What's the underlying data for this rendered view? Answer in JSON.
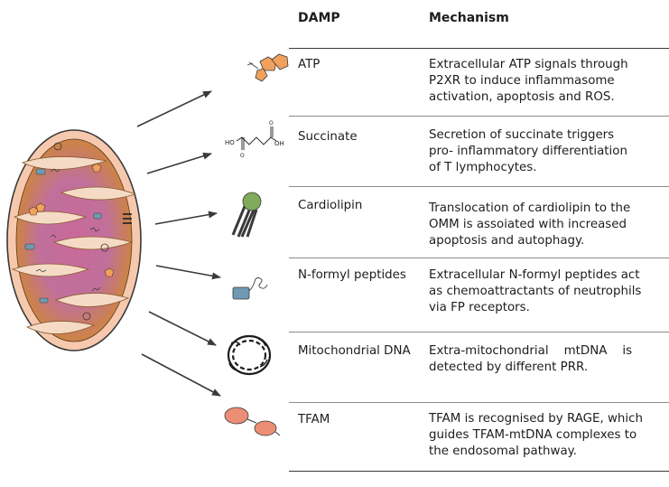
{
  "table": {
    "headers": {
      "damp": "DAMP",
      "mechanism": "Mechanism"
    },
    "rows": [
      {
        "damp": "ATP",
        "mechanism": [
          "Extracellular ATP signals through",
          "P2XR to induce inflammasome",
          "activation, apoptosis and ROS."
        ]
      },
      {
        "damp": "Succinate",
        "mechanism": [
          "Secretion of succinate triggers",
          "pro- inflammatory differentiation",
          "of T lymphocytes."
        ]
      },
      {
        "damp": "Cardiolipin",
        "mechanism": [
          "Translocation of cardiolipin  to the",
          "OMM is assoiated with increased",
          "apoptosis and autophagy."
        ]
      },
      {
        "damp": "N-formyl peptides",
        "mechanism": [
          "Extracellular N-formyl peptides act",
          "as chemoattractants of neutrophils",
          "via FP receptors."
        ]
      },
      {
        "damp": "Mitochondrial DNA",
        "mechanism": [
          "Extra-mitochondrial    mtDNA    is",
          "detected by different PRR."
        ]
      },
      {
        "damp": "TFAM",
        "mechanism": [
          "TFAM is recognised by RAGE, which",
          "guides TFAM-mtDNA complexes to",
          "the endosomal pathway."
        ]
      }
    ]
  },
  "succinate_labels": {
    "left": "HO",
    "right": "OH"
  },
  "colors": {
    "outer_membrane": "#f6c9ae",
    "matrix_orange": "#d0892e",
    "matrix_pink": "#c8699a",
    "cristae": "#f5dbc6",
    "arrow": "#3a3a3a",
    "atp": "#f1a15d",
    "cardiolipin_head": "#7fab5a",
    "peptide_box": "#6f9ab3",
    "tfam": "#ec8e76"
  },
  "icons": [
    "mitochondrion-icon",
    "atp-molecule-icon",
    "succinate-structure-icon",
    "cardiolipin-icon",
    "n-formyl-peptide-icon",
    "mtdna-icon",
    "tfam-icon"
  ]
}
